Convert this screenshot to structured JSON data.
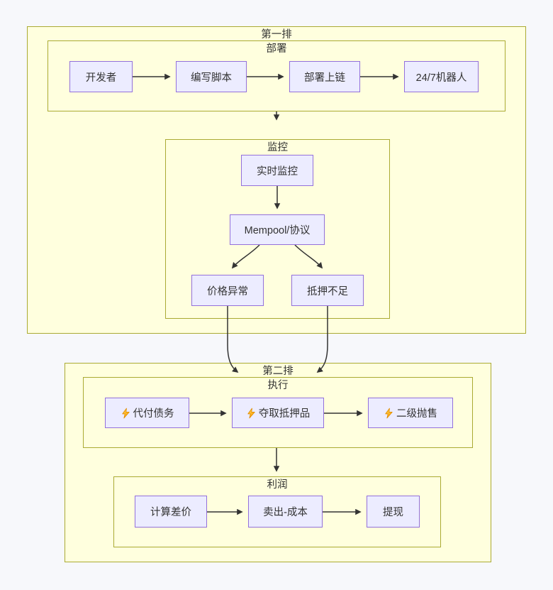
{
  "diagram": {
    "type": "flowchart",
    "clusters": {
      "row1": {
        "label": "第一排"
      },
      "deploy": {
        "label": "部署"
      },
      "monitor": {
        "label": "监控"
      },
      "row2": {
        "label": "第二排"
      },
      "exec": {
        "label": "执行"
      },
      "profit": {
        "label": "利润"
      }
    },
    "nodes": {
      "developer": {
        "label": "开发者"
      },
      "write_script": {
        "label": "编写脚本"
      },
      "deploy_onchain": {
        "label": "部署上链"
      },
      "bot_247": {
        "label": "24/7机器人"
      },
      "realtime_monitor": {
        "label": "实时监控"
      },
      "mempool_protocol": {
        "label": "Mempool/协议"
      },
      "price_anomaly": {
        "label": "价格异常"
      },
      "undercollateralized": {
        "label": "抵押不足"
      },
      "repay_debt": {
        "label": "代付债务",
        "icon": "lightning-icon"
      },
      "seize_collateral": {
        "label": "夺取抵押品",
        "icon": "lightning-icon"
      },
      "secondary_dump": {
        "label": "二级抛售",
        "icon": "lightning-icon"
      },
      "calc_spread": {
        "label": "计算差价"
      },
      "sell_minus_cost": {
        "label": "卖出-成本"
      },
      "withdraw": {
        "label": "提现"
      }
    },
    "edges": [
      {
        "from": "developer",
        "to": "write_script"
      },
      {
        "from": "write_script",
        "to": "deploy_onchain"
      },
      {
        "from": "deploy_onchain",
        "to": "bot_247"
      },
      {
        "from": "deploy",
        "to": "monitor"
      },
      {
        "from": "realtime_monitor",
        "to": "mempool_protocol"
      },
      {
        "from": "mempool_protocol",
        "to": "price_anomaly"
      },
      {
        "from": "mempool_protocol",
        "to": "undercollateralized"
      },
      {
        "from": "price_anomaly",
        "to": "exec"
      },
      {
        "from": "undercollateralized",
        "to": "exec"
      },
      {
        "from": "repay_debt",
        "to": "seize_collateral"
      },
      {
        "from": "seize_collateral",
        "to": "secondary_dump"
      },
      {
        "from": "exec",
        "to": "profit"
      },
      {
        "from": "calc_spread",
        "to": "sell_minus_cost"
      },
      {
        "from": "sell_minus_cost",
        "to": "withdraw"
      }
    ],
    "colors": {
      "canvas_bg": "#f7f8fb",
      "cluster_fill": "#ffffde",
      "cluster_border": "#aaaa33",
      "node_fill": "#ececff",
      "node_border": "#9370db",
      "edge": "#333333",
      "text": "#333333",
      "bolt_top": "#ffe066",
      "bolt_bottom": "#ff9f00",
      "bolt_outline": "#e08c00"
    }
  }
}
